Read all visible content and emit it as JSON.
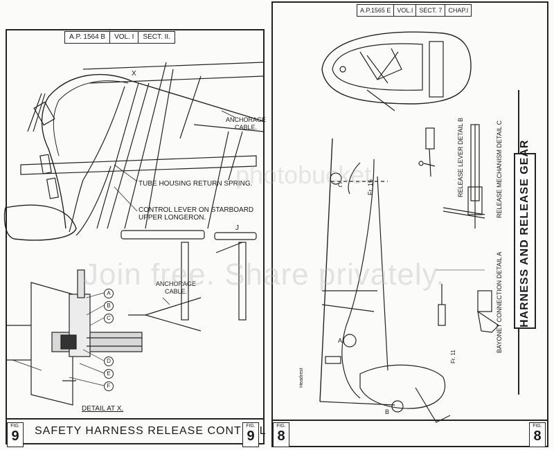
{
  "left": {
    "ref": [
      "A.P. 1564 B",
      "VOL. I",
      "SECT. II."
    ],
    "labels": {
      "x_marker": "X",
      "anchorage_cable_top": "ANCHORAGE\nCABLE.",
      "tube_housing": "TUBE HOUSING RETURN SPRING.",
      "control_lever": "CONTROL LEVER ON STARBOARD\nUPPER LONGERON.",
      "j_marker": "J",
      "anchorage_cable_bottom": "ANCHORAGE\nCABLE.",
      "detail_at_x": "DETAIL AT X."
    },
    "callouts": [
      "A",
      "B",
      "C",
      "D",
      "E",
      "F"
    ],
    "footer": {
      "fig_label": "FIG.",
      "fig_number": "9",
      "title": "SAFETY HARNESS RELEASE CONTROL"
    }
  },
  "right": {
    "ref": [
      "A.P.1565 E",
      "VOL.I",
      "SECT. 7",
      "CHAP.I"
    ],
    "labels": {
      "c_marker": "C",
      "fr15": "Fr. 15",
      "release_lever": "RELEASE LEVER DETAIL B",
      "release_mechanism": "RELEASE MECHANISM DETAIL C",
      "bayonet": "BAYONET CONNECTION DETAIL A",
      "a_marker": "A",
      "b_marker": "B",
      "headrest": "Headrest",
      "fr11": "Fr. 11"
    },
    "side_title": "HARNESS AND RELEASE GEAR",
    "footer": {
      "fig_label": "FIG.",
      "fig_number": "8"
    }
  },
  "watermark": {
    "line1": "Join free. Share privately.",
    "line2": "photobucket"
  }
}
